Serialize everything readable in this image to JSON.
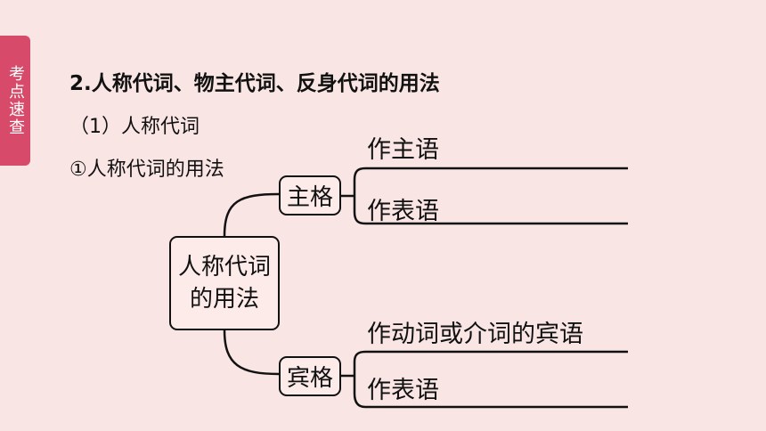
{
  "sidebar": {
    "tab_label": "考点速查"
  },
  "heading": {
    "title": "2.人称代词、物主代词、反身代词的用法",
    "subtitle": "（1）人称代词",
    "usage_label": "①人称代词的用法"
  },
  "diagram": {
    "center_line1": "人称代词",
    "center_line2": "的用法",
    "branches": [
      {
        "label": "主格",
        "items": [
          "作主语",
          "作表语"
        ]
      },
      {
        "label": "宾格",
        "items": [
          "作动词或介词的宾语",
          "作表语"
        ]
      }
    ]
  }
}
